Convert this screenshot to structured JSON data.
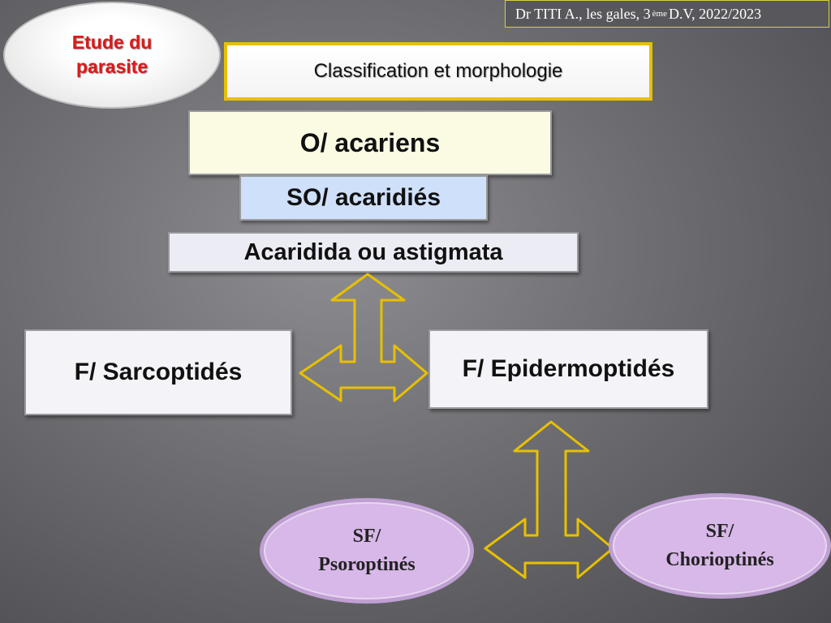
{
  "header_note": {
    "prefix": "Dr   TITI A., les gales, 3",
    "sup": "ème",
    "suffix": " D.V, 2022/2023"
  },
  "badge": {
    "label": "Etude du parasite"
  },
  "title": "Classification et morphologie",
  "nodes": {
    "order": "O/ acariens",
    "suborder": "SO/ acaridiés",
    "infraorder": "Acaridida ou astigmata",
    "family_sarcoptides": "F/ Sarcoptidés",
    "family_epidermoptides": "F/ Epidermoptidés",
    "subfamily_psoroptines": "SF/ Psoroptinés",
    "subfamily_chorioptines": "SF/ Chorioptinés"
  },
  "colors": {
    "arrow": "#e8c000",
    "title_border": "#e8c000",
    "badge_text": "#e01818",
    "subfamily_fill": "#d8b8e8"
  }
}
